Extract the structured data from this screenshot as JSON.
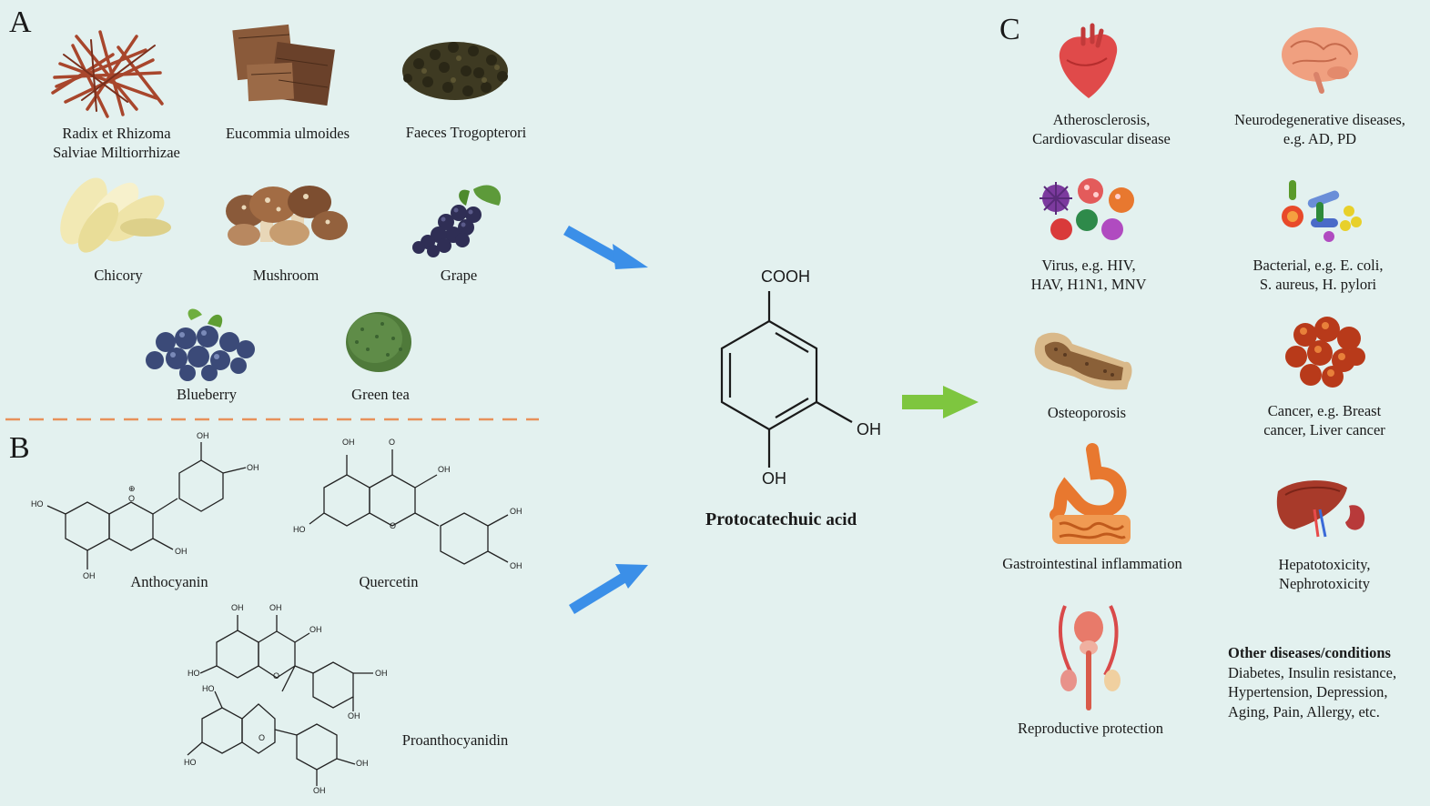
{
  "panels": {
    "a": "A",
    "b": "B",
    "c": "C"
  },
  "sources": [
    {
      "id": "salvia",
      "line1": "Radix et Rhizoma",
      "line2": "Salviae Miltiorrhizae"
    },
    {
      "id": "eucommia",
      "line1": "Eucommia ulmoides",
      "line2": ""
    },
    {
      "id": "faeces",
      "line1": "Faeces Trogopterori",
      "line2": ""
    },
    {
      "id": "chicory",
      "line1": "Chicory",
      "line2": ""
    },
    {
      "id": "mushroom",
      "line1": "Mushroom",
      "line2": ""
    },
    {
      "id": "grape",
      "line1": "Grape",
      "line2": ""
    },
    {
      "id": "blueberry",
      "line1": "Blueberry",
      "line2": ""
    },
    {
      "id": "green-tea",
      "line1": "Green tea",
      "line2": ""
    }
  ],
  "compounds": {
    "anthocyanin": "Anthocyanin",
    "quercetin": "Quercetin",
    "proanthocyanidin": "Proanthocyanidin"
  },
  "structure_labels": {
    "oh": "OH",
    "cooh": "COOH",
    "plus": "⊕",
    "o": "O",
    "ho": "HO"
  },
  "center": {
    "title_bold": "Protocatechuic",
    "title_rest": "acid",
    "cooh": "COOH",
    "oh1": "OH",
    "oh2": "OH"
  },
  "effects": [
    {
      "id": "cardio",
      "line1": "Atherosclerosis,",
      "line2": "Cardiovascular disease"
    },
    {
      "id": "neuro",
      "line1": "Neurodegenerative diseases,",
      "line2": "e.g. AD, PD"
    },
    {
      "id": "virus",
      "line1": "Virus, e.g. HIV,",
      "line2": "HAV, H1N1, MNV"
    },
    {
      "id": "bacteria",
      "line1": "Bacterial, e.g. E. coli,",
      "line2": "S. aureus, H. pylori"
    },
    {
      "id": "osteo",
      "line1": "Osteoporosis",
      "line2": ""
    },
    {
      "id": "cancer",
      "line1": "Cancer, e.g. Breast",
      "line2": "cancer, Liver cancer"
    },
    {
      "id": "gi",
      "line1": "Gastrointestinal inflammation",
      "line2": ""
    },
    {
      "id": "hepato",
      "line1": "Hepatotoxicity,",
      "line2": "Nephrotoxicity"
    },
    {
      "id": "repro",
      "line1": "Reproductive protection",
      "line2": ""
    }
  ],
  "other": {
    "heading": "Other diseases/conditions",
    "lines": [
      "Diabetes, Insulin resistance,",
      "Hypertension, Depression,",
      "Aging, Pain, Allergy, etc."
    ]
  },
  "colors": {
    "background": "#e3f1ef",
    "blue_arrow": "#3b8fe8",
    "green_arrow": "#7ec63f",
    "divider": "#e8915a"
  }
}
